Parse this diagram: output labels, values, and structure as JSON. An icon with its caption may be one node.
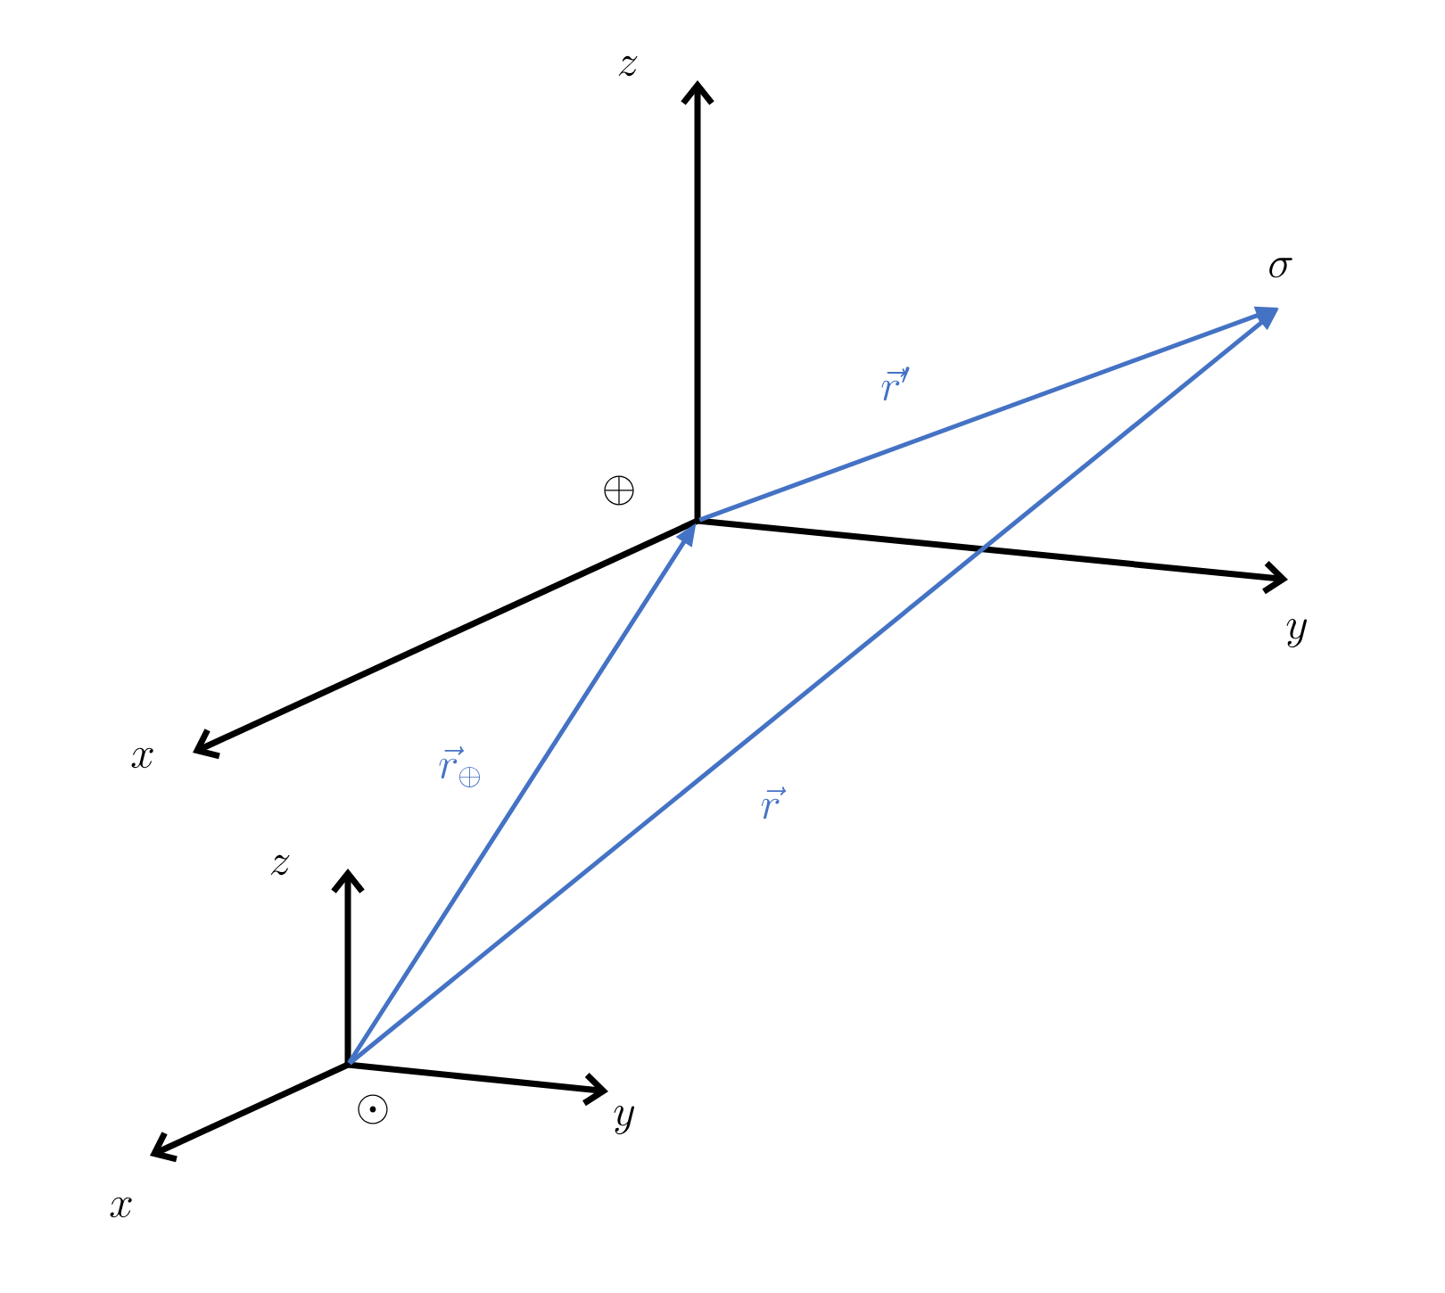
{
  "diagram": {
    "nodes": [
      {
        "text": [],
        "shape": "point",
        "beside": [
          "\\sigma"
        ]
      },
      {
        "text": [],
        "shape": "point",
        "beside": [
          "\\oplus"
        ]
      },
      {
        "text": [],
        "shape": "point",
        "beside": [
          "\\odot"
        ]
      }
    ],
    "edges": [
      {
        "from": 2,
        "to": 1,
        "arrow": "to",
        "label": "\\vec{r}_{\\oplus}"
      },
      {
        "from": 2,
        "to": 0,
        "arrow": "to",
        "label": "\\vec{r}"
      },
      {
        "from": 1,
        "to": 0,
        "arrow": "to",
        "label": "\\vec{r}'"
      }
    ],
    "labels": [
      "z",
      "x",
      "y",
      "z",
      "x",
      "y"
    ]
  }
}
